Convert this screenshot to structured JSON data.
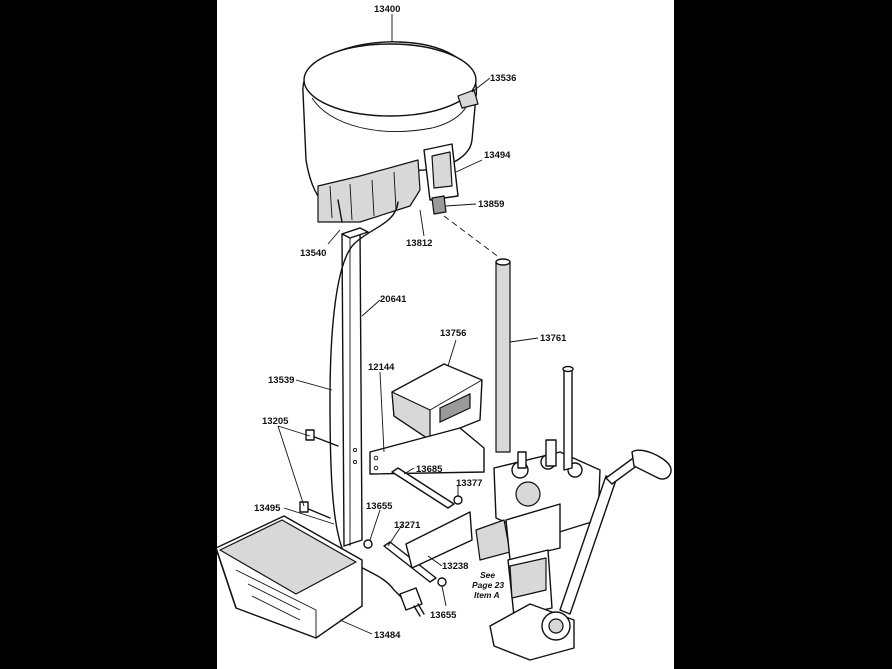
{
  "diagram": {
    "part_labels": {
      "p13400": "13400",
      "p13536": "13536",
      "p13494": "13494",
      "p13859": "13859",
      "p13540": "13540",
      "p13812": "13812",
      "p20641": "20641",
      "p13756": "13756",
      "p13761": "13761",
      "p13539": "13539",
      "p12144": "12144",
      "p13205": "13205",
      "p13685": "13685",
      "p13377": "13377",
      "p13495": "13495",
      "p13655a": "13655",
      "p13271": "13271",
      "p13238": "13238",
      "p13655b": "13655",
      "p13484": "13484"
    },
    "note": {
      "line1": "See",
      "line2": "Page 23",
      "line3": "Item A"
    }
  }
}
